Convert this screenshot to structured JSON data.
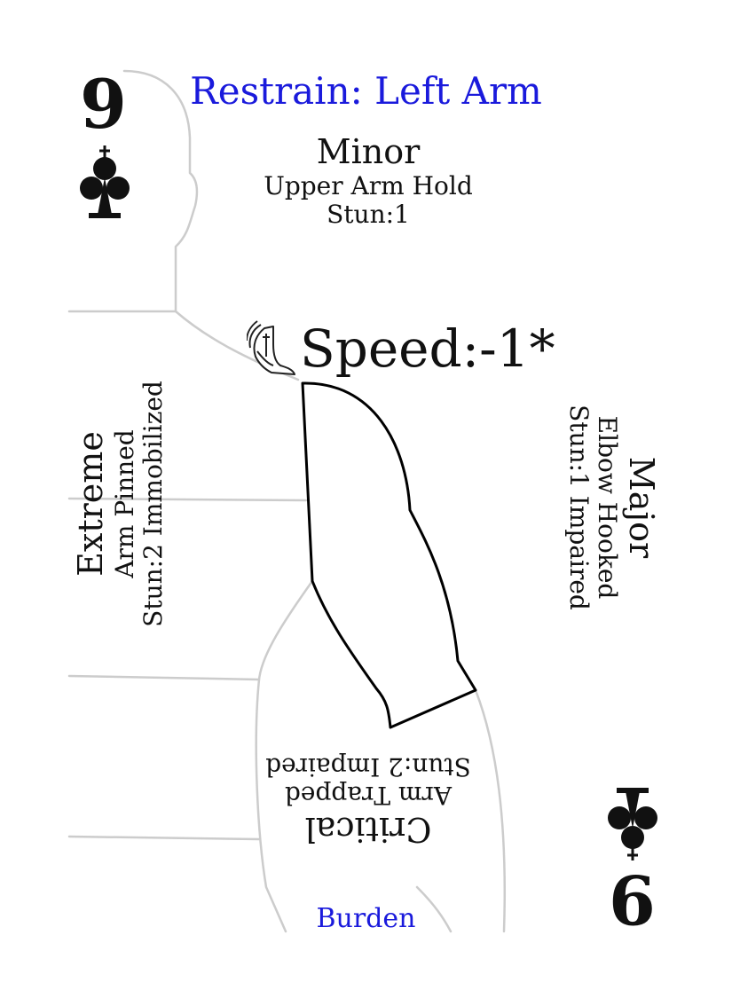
{
  "card": {
    "rank": "9",
    "suit_icon": "club-icon",
    "title": "Restrain: Left Arm",
    "minor": {
      "level": "Minor",
      "effect": "Upper Arm Hold",
      "stun": "Stun:1"
    },
    "speed": {
      "icon": "winged-boot-icon",
      "label": "Speed:-1*"
    },
    "extreme": {
      "level": "Extreme",
      "effect": "Arm Pinned",
      "stun": "Stun:2 Immobilized"
    },
    "major": {
      "level": "Major",
      "effect": "Elbow Hooked",
      "stun": "Stun:1 Impaired"
    },
    "critical": {
      "level": "Critical",
      "effect": "Arm Trapped",
      "stun": "Stun:2 Impaired"
    },
    "footer": "Burden"
  },
  "colors": {
    "title": "#1a1adc",
    "footer": "#1a1adc",
    "outline": "#cccccc",
    "arm": "#000000"
  }
}
